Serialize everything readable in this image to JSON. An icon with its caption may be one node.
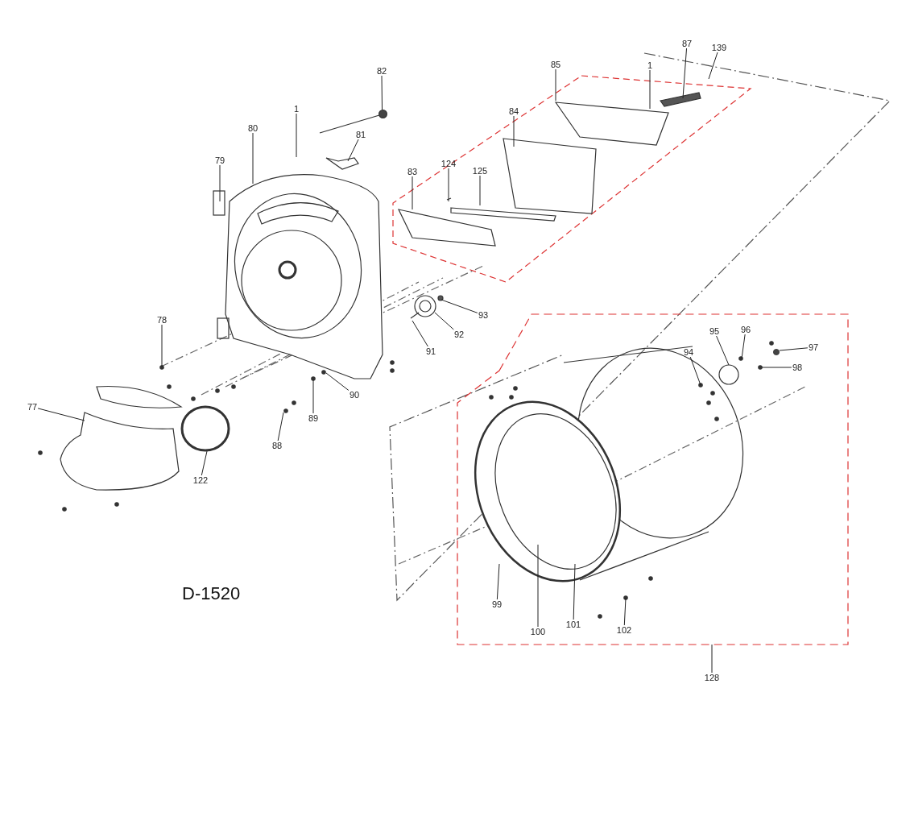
{
  "diagram": {
    "nodes": [
      {
        "text": [
          "82"
        ]
      },
      {
        "text": [
          "1"
        ]
      },
      {
        "text": [
          "81"
        ]
      },
      {
        "text": [
          "80"
        ]
      },
      {
        "text": [
          "79"
        ]
      },
      {
        "text": [
          "85"
        ]
      },
      {
        "text": [
          "1"
        ]
      },
      {
        "text": [
          "87"
        ]
      },
      {
        "text": [
          "139"
        ]
      },
      {
        "text": [
          "84"
        ]
      },
      {
        "text": [
          "83"
        ]
      },
      {
        "text": [
          "124"
        ]
      },
      {
        "text": [
          "125"
        ]
      },
      {
        "text": [
          "93"
        ]
      },
      {
        "text": [
          "92"
        ]
      },
      {
        "text": [
          "91"
        ]
      },
      {
        "text": [
          "78"
        ]
      },
      {
        "text": [
          "90"
        ]
      },
      {
        "text": [
          "89"
        ]
      },
      {
        "text": [
          "88"
        ]
      },
      {
        "text": [
          "77"
        ]
      },
      {
        "text": [
          "122"
        ]
      },
      {
        "text": [
          "94"
        ]
      },
      {
        "text": [
          "95"
        ]
      },
      {
        "text": [
          "96"
        ]
      },
      {
        "text": [
          "97"
        ]
      },
      {
        "text": [
          "98"
        ]
      },
      {
        "text": [
          "99"
        ]
      },
      {
        "text": [
          "100"
        ]
      },
      {
        "text": [
          "101"
        ]
      },
      {
        "text": [
          "102"
        ]
      },
      {
        "text": [
          "128"
        ]
      },
      {
        "text": [],
        "shape": "circle"
      },
      {
        "text": [],
        "shape": "circle"
      }
    ],
    "edges": [
      {
        "from": 0,
        "to": 32,
        "arrow": "none"
      },
      {
        "from": 1,
        "to": null,
        "arrow": "none"
      },
      {
        "from": 2,
        "to": null,
        "arrow": "none"
      },
      {
        "from": 3,
        "to": null,
        "arrow": "none"
      },
      {
        "from": 4,
        "to": null,
        "arrow": "none"
      },
      {
        "from": 5,
        "to": null,
        "arrow": "none"
      },
      {
        "from": 6,
        "to": null,
        "arrow": "none"
      },
      {
        "from": 7,
        "to": null,
        "arrow": "none"
      },
      {
        "from": 8,
        "to": null,
        "arrow": "none"
      },
      {
        "from": 9,
        "to": null,
        "arrow": "none"
      },
      {
        "from": 10,
        "to": null,
        "arrow": "none"
      },
      {
        "from": 11,
        "to": null,
        "arrow": "none"
      },
      {
        "from": 12,
        "to": null,
        "arrow": "none"
      },
      {
        "from": 13,
        "to": null,
        "arrow": "none"
      },
      {
        "from": 14,
        "to": null,
        "arrow": "none"
      },
      {
        "from": 15,
        "to": null,
        "arrow": "none"
      },
      {
        "from": 16,
        "to": null,
        "arrow": "none"
      },
      {
        "from": 17,
        "to": null,
        "arrow": "none"
      },
      {
        "from": 18,
        "to": null,
        "arrow": "none"
      },
      {
        "from": 19,
        "to": null,
        "arrow": "none"
      },
      {
        "from": 20,
        "to": null,
        "arrow": "none"
      },
      {
        "from": 21,
        "to": null,
        "arrow": "none"
      },
      {
        "from": 22,
        "to": null,
        "arrow": "none"
      },
      {
        "from": 23,
        "to": null,
        "arrow": "none"
      },
      {
        "from": 24,
        "to": null,
        "arrow": "none"
      },
      {
        "from": 25,
        "to": 33,
        "arrow": "none"
      },
      {
        "from": 26,
        "to": null,
        "arrow": "none"
      },
      {
        "from": 27,
        "to": null,
        "arrow": "none"
      },
      {
        "from": 28,
        "to": null,
        "arrow": "none"
      },
      {
        "from": 29,
        "to": null,
        "arrow": "none"
      },
      {
        "from": 30,
        "to": null,
        "arrow": "none"
      },
      {
        "from": 31,
        "to": null,
        "arrow": "none"
      }
    ],
    "labels": [
      "D-1520"
    ]
  }
}
